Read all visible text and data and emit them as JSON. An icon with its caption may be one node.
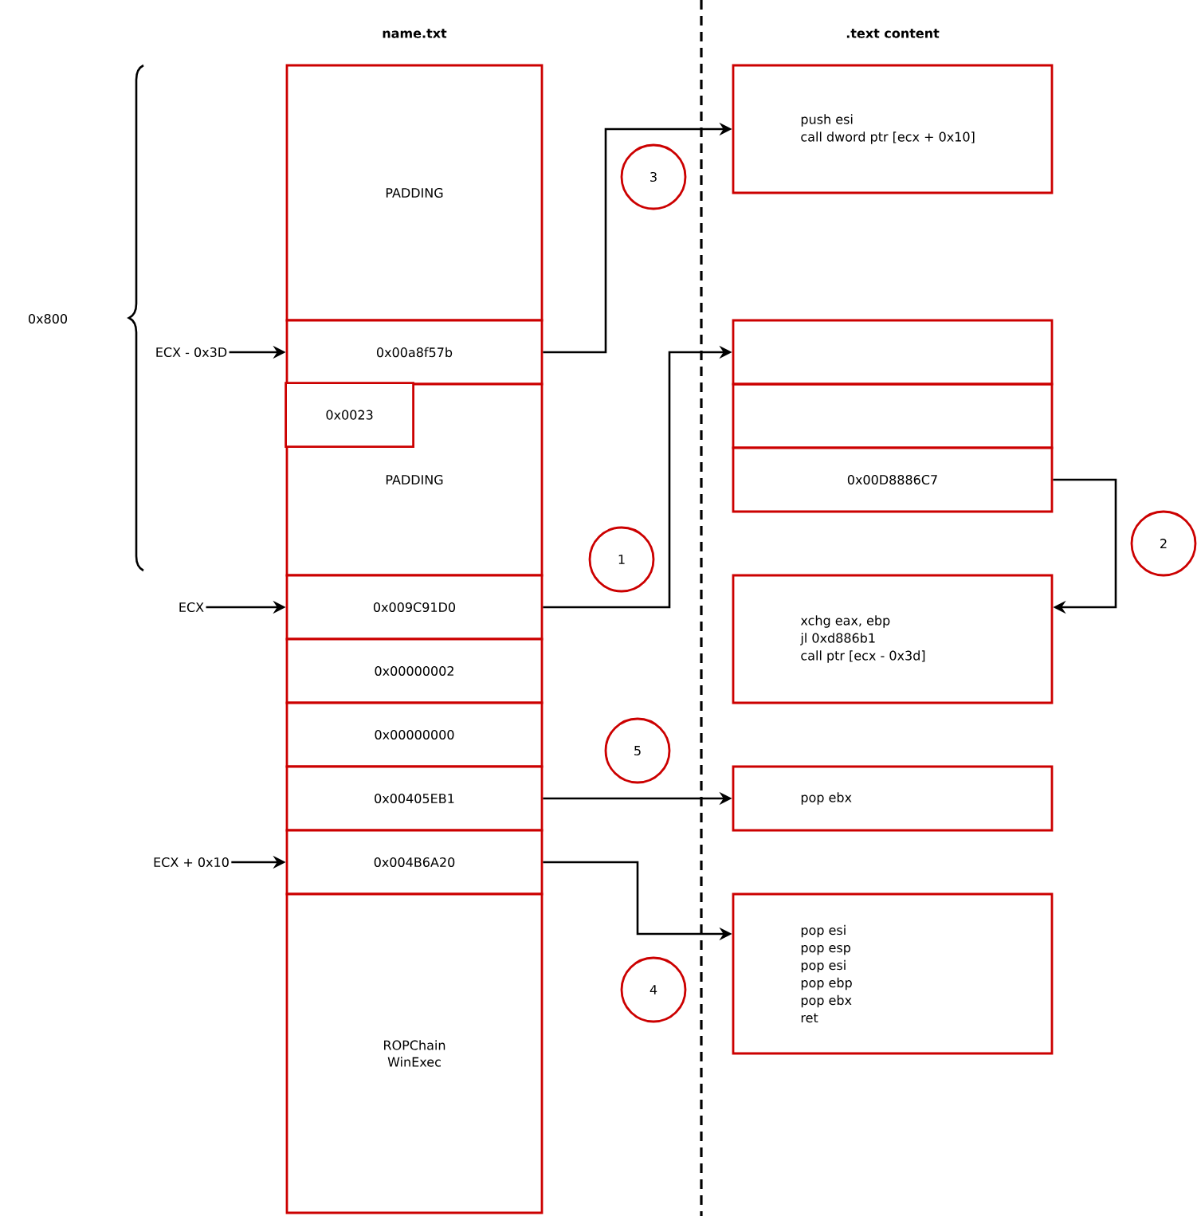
{
  "diagram": {
    "nodes": [
      {
        "text": [
          "PADDING"
        ]
      },
      {
        "text": [
          "0x00a8f57b"
        ]
      },
      {
        "text": [
          "PADDING"
        ]
      },
      {
        "text": [
          "0x0023"
        ],
        "in": 2
      },
      {
        "text": [
          "0x009C91D0"
        ]
      },
      {
        "text": [
          "0x00000002"
        ]
      },
      {
        "text": [
          "0x00000000"
        ]
      },
      {
        "text": [
          "0x00405EB1"
        ]
      },
      {
        "text": [
          "0x004B6A20"
        ]
      },
      {
        "text": [
          "ROPChain",
          "WinExec"
        ]
      },
      {
        "text": [
          "push esi",
          "call dword ptr [ecx + 0x10]"
        ]
      },
      {
        "text": [],
        "shape": "box"
      },
      {
        "text": [],
        "shape": "box"
      },
      {
        "text": [
          "0x00D8886C7"
        ]
      },
      {
        "text": [
          "xchg eax, ebp",
          "jl 0xd886b1",
          "call ptr [ecx - 0x3d]"
        ]
      },
      {
        "text": [
          "pop ebx"
        ]
      },
      {
        "text": [
          "pop esi",
          "pop esp",
          "pop esi",
          "pop ebp",
          "pop ebx",
          "ret"
        ]
      },
      {
        "text": [
          "3"
        ]
      },
      {
        "text": [
          "2"
        ]
      },
      {
        "text": [
          "1"
        ]
      },
      {
        "text": [
          "5"
        ]
      },
      {
        "text": [
          "4"
        ]
      },
      {
        "text": [
          "ECX - 0x3D"
        ]
      },
      {
        "text": [
          "ECX"
        ]
      },
      {
        "text": [
          "ECX + 0x10"
        ]
      }
    ],
    "edges": [
      {
        "from": 1,
        "to": 10,
        "arrow": "to"
      },
      {
        "from": 4,
        "to": 11,
        "arrow": "to"
      },
      {
        "from": 13,
        "to": 14,
        "arrow": "to"
      },
      {
        "from": 7,
        "to": 15,
        "arrow": "to"
      },
      {
        "from": 8,
        "to": 16,
        "arrow": "to"
      },
      {
        "from": 22,
        "to": 1,
        "arrow": "to"
      },
      {
        "from": 23,
        "to": 4,
        "arrow": "to"
      },
      {
        "from": 24,
        "to": 8,
        "arrow": "to"
      }
    ],
    "labels": [
      "name.txt",
      ".text content",
      "0x800"
    ]
  }
}
